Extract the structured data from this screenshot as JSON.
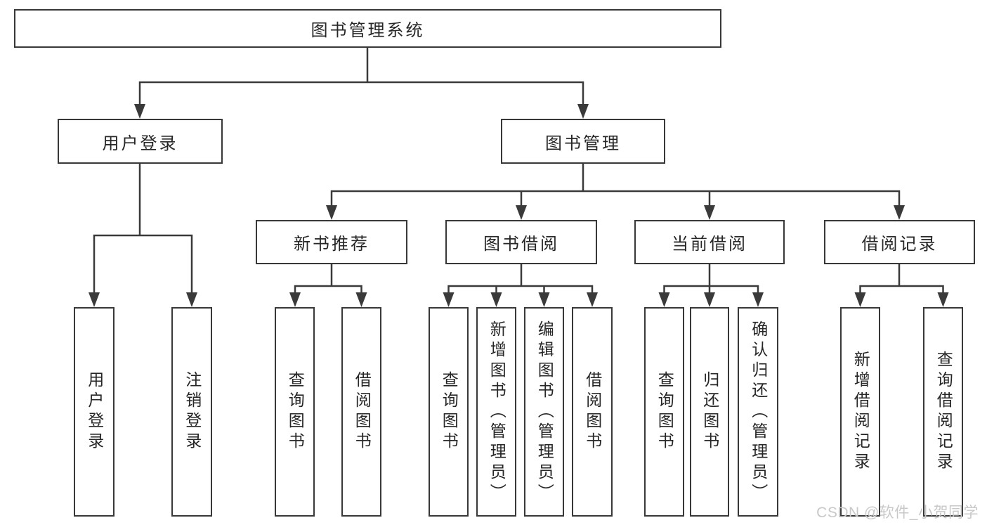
{
  "diagram_title": "图书管理系统",
  "watermark": "CSDN @软件_小贺同学",
  "colors": {
    "line": "#3a3a3a",
    "box_border": "#383838",
    "box_fill": "#ffffff",
    "text": "#262626",
    "watermark": "#c8c8c8"
  },
  "nodes": {
    "root": {
      "label": "图书管理系统"
    },
    "level2": [
      {
        "label": "用户登录"
      },
      {
        "label": "图书管理"
      }
    ],
    "level3": [
      {
        "label": "新书推荐",
        "parent": "图书管理"
      },
      {
        "label": "图书借阅",
        "parent": "图书管理"
      },
      {
        "label": "当前借阅",
        "parent": "图书管理"
      },
      {
        "label": "借阅记录",
        "parent": "图书管理"
      }
    ],
    "leaves": [
      {
        "label": "用户登录",
        "parent": "用户登录"
      },
      {
        "label": "注销登录",
        "parent": "用户登录"
      },
      {
        "label": "查询图书",
        "parent": "新书推荐"
      },
      {
        "label": "借阅图书",
        "parent": "新书推荐"
      },
      {
        "label": "查询图书",
        "parent": "图书借阅"
      },
      {
        "label": "新增图书（管理员）",
        "parent": "图书借阅"
      },
      {
        "label": "编辑图书（管理员）",
        "parent": "图书借阅"
      },
      {
        "label": "借阅图书",
        "parent": "图书借阅"
      },
      {
        "label": "查询图书",
        "parent": "当前借阅"
      },
      {
        "label": "归还图书",
        "parent": "当前借阅"
      },
      {
        "label": "确认归还（管理员）",
        "parent": "当前借阅"
      },
      {
        "label": "新增借阅记录",
        "parent": "借阅记录"
      },
      {
        "label": "查询借阅记录",
        "parent": "借阅记录"
      }
    ]
  }
}
